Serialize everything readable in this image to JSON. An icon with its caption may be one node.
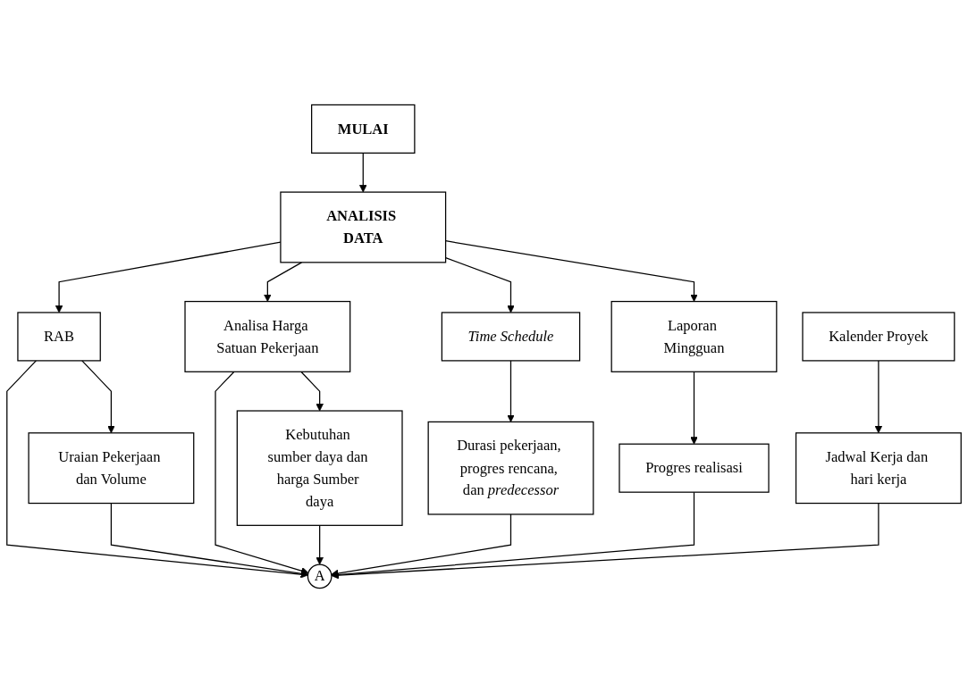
{
  "diagram": {
    "nodes": [
      {
        "text": [
          "MULAI"
        ]
      },
      {
        "text": [
          "ANALISIS DATA"
        ]
      },
      {
        "text": [
          "RAB"
        ]
      },
      {
        "text": [
          "Analisa Harga Satuan Pekerjaan"
        ]
      },
      {
        "text": [
          "*Time Schedule*"
        ]
      },
      {
        "text": [
          "Laporan Mingguan"
        ]
      },
      {
        "text": [
          "Kalender Proyek"
        ]
      },
      {
        "text": [
          "Uraian Pekerjaan dan Volume"
        ]
      },
      {
        "text": [
          "Kebutuhan sumber daya dan harga Sumber daya"
        ]
      },
      {
        "text": [
          "Durasi pekerjaan, progres rencana, dan *predecessor*"
        ]
      },
      {
        "text": [
          "Progres realisasi"
        ]
      },
      {
        "text": [
          "Jadwal Kerja dan hari kerja"
        ]
      },
      {
        "text": [
          "A"
        ]
      }
    ],
    "edges": [
      {
        "from": 0,
        "to": 1,
        "arrow": "to"
      },
      {
        "from": 1,
        "to": 2,
        "arrow": "to"
      },
      {
        "from": 1,
        "to": 3,
        "arrow": "to"
      },
      {
        "from": 1,
        "to": 4,
        "arrow": "to"
      },
      {
        "from": 1,
        "to": 5,
        "arrow": "to"
      },
      {
        "from": 2,
        "to": 7,
        "arrow": "to"
      },
      {
        "from": 3,
        "to": 8,
        "arrow": "to"
      },
      {
        "from": 4,
        "to": 9,
        "arrow": "to"
      },
      {
        "from": 5,
        "to": 10,
        "arrow": "to"
      },
      {
        "from": 6,
        "to": 11,
        "arrow": "to"
      },
      {
        "from": 2,
        "to": 12,
        "arrow": "to"
      },
      {
        "from": 7,
        "to": 12,
        "arrow": "to"
      },
      {
        "from": 3,
        "to": 12,
        "arrow": "to"
      },
      {
        "from": 8,
        "to": 12,
        "arrow": "to"
      },
      {
        "from": 9,
        "to": 12,
        "arrow": "to"
      },
      {
        "from": 10,
        "to": 12,
        "arrow": "to"
      },
      {
        "from": 11,
        "to": 12,
        "arrow": "to"
      }
    ]
  }
}
